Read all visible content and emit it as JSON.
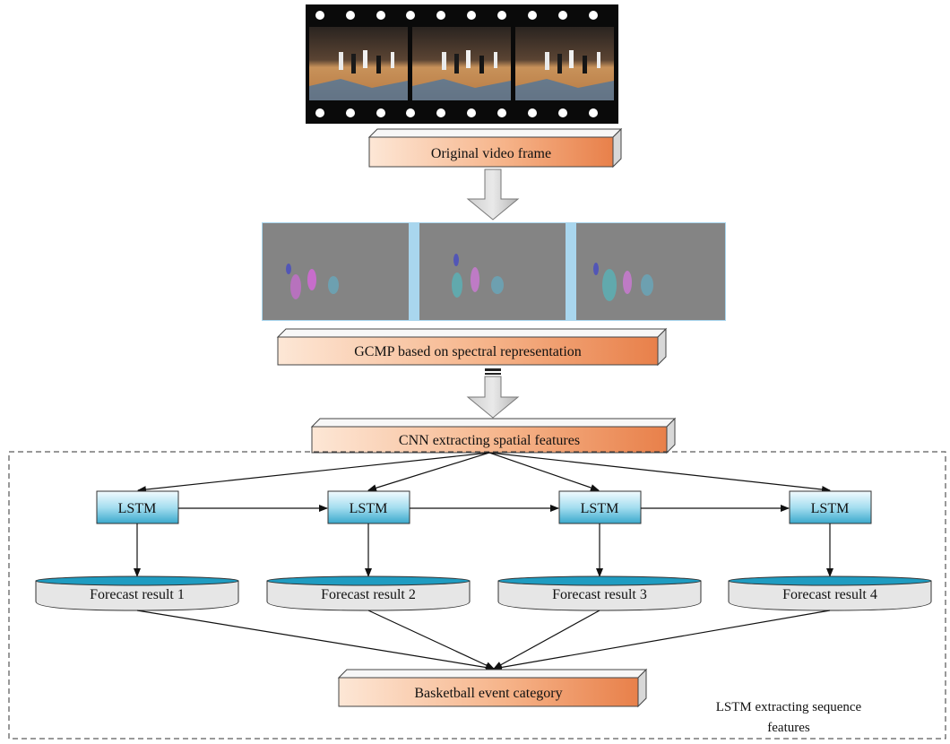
{
  "nodes": {
    "original_frame": "Original video frame",
    "gcmp": "GCMP based on spectral representation",
    "cnn": "CNN extracting spatial features",
    "lstm_label": "LSTM",
    "forecasts": [
      "Forecast result 1",
      "Forecast result 2",
      "Forecast result 3",
      "Forecast result 4"
    ],
    "event": "Basketball event category"
  },
  "region_caption": {
    "line1": "LSTM extracting sequence",
    "line2": "features"
  },
  "colors": {
    "orange_light": "#fde7d6",
    "orange_dark": "#e8804a",
    "lstm_light": "#e8f6fb",
    "lstm_dark": "#3aa8cc",
    "cylinder_top": "#1f9cc1",
    "cylinder_body": "#e6e6e6",
    "film_bg": "#0a0a0a",
    "flow_bg": "#848484",
    "flow_sep": "#a9d6ee"
  }
}
